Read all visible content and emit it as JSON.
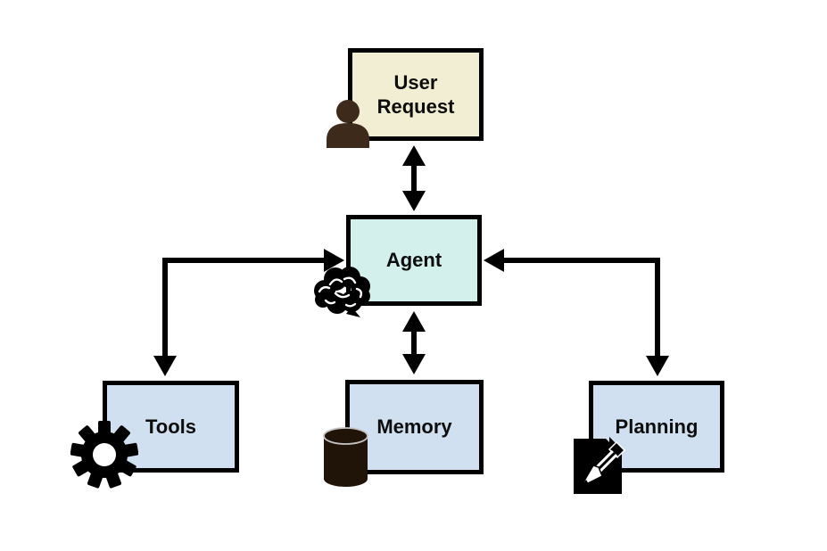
{
  "diagram": {
    "background": "#ffffff",
    "nodes": [
      {
        "id": "user-request",
        "label": "User Request",
        "fill": "#f2eed3",
        "icon": "person-icon"
      },
      {
        "id": "agent",
        "label": "Agent",
        "fill": "#d3f0ec",
        "icon": "brain-icon"
      },
      {
        "id": "tools",
        "label": "Tools",
        "fill": "#d0e0f0",
        "icon": "gear-icon"
      },
      {
        "id": "memory",
        "label": "Memory",
        "fill": "#d0e0f0",
        "icon": "database-icon"
      },
      {
        "id": "planning",
        "label": "Planning",
        "fill": "#d0e0f0",
        "icon": "document-pencil-icon"
      }
    ],
    "edges": [
      {
        "from": "user-request",
        "to": "agent",
        "style": "straight-vertical",
        "direction": "bidirectional"
      },
      {
        "from": "agent",
        "to": "memory",
        "style": "straight-vertical",
        "direction": "bidirectional"
      },
      {
        "from": "agent",
        "to": "tools",
        "style": "elbow",
        "direction": "bidirectional"
      },
      {
        "from": "agent",
        "to": "planning",
        "style": "elbow",
        "direction": "bidirectional"
      }
    ],
    "colors": {
      "node_border": "#000000",
      "arrow": "#000000",
      "label_text": "#0d0d0d",
      "user_request_fill": "#f2eed3",
      "agent_fill": "#d3f0ec",
      "bottom_row_fill": "#d0e0f0",
      "person_icon": "#3e2a1b",
      "database_icon": "#201308",
      "icon_black": "#000000"
    }
  }
}
